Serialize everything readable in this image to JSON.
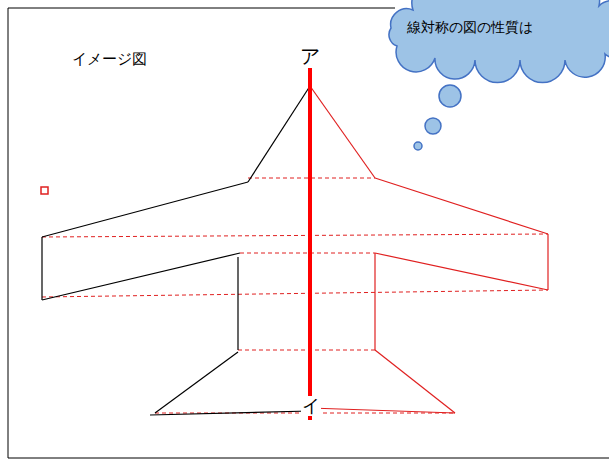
{
  "diagram": {
    "nodes": [
      {
        "text": [
          "線対称の図の性質は"
        ]
      }
    ],
    "labels": [
      "イメージ図",
      "ア",
      "イ"
    ]
  }
}
